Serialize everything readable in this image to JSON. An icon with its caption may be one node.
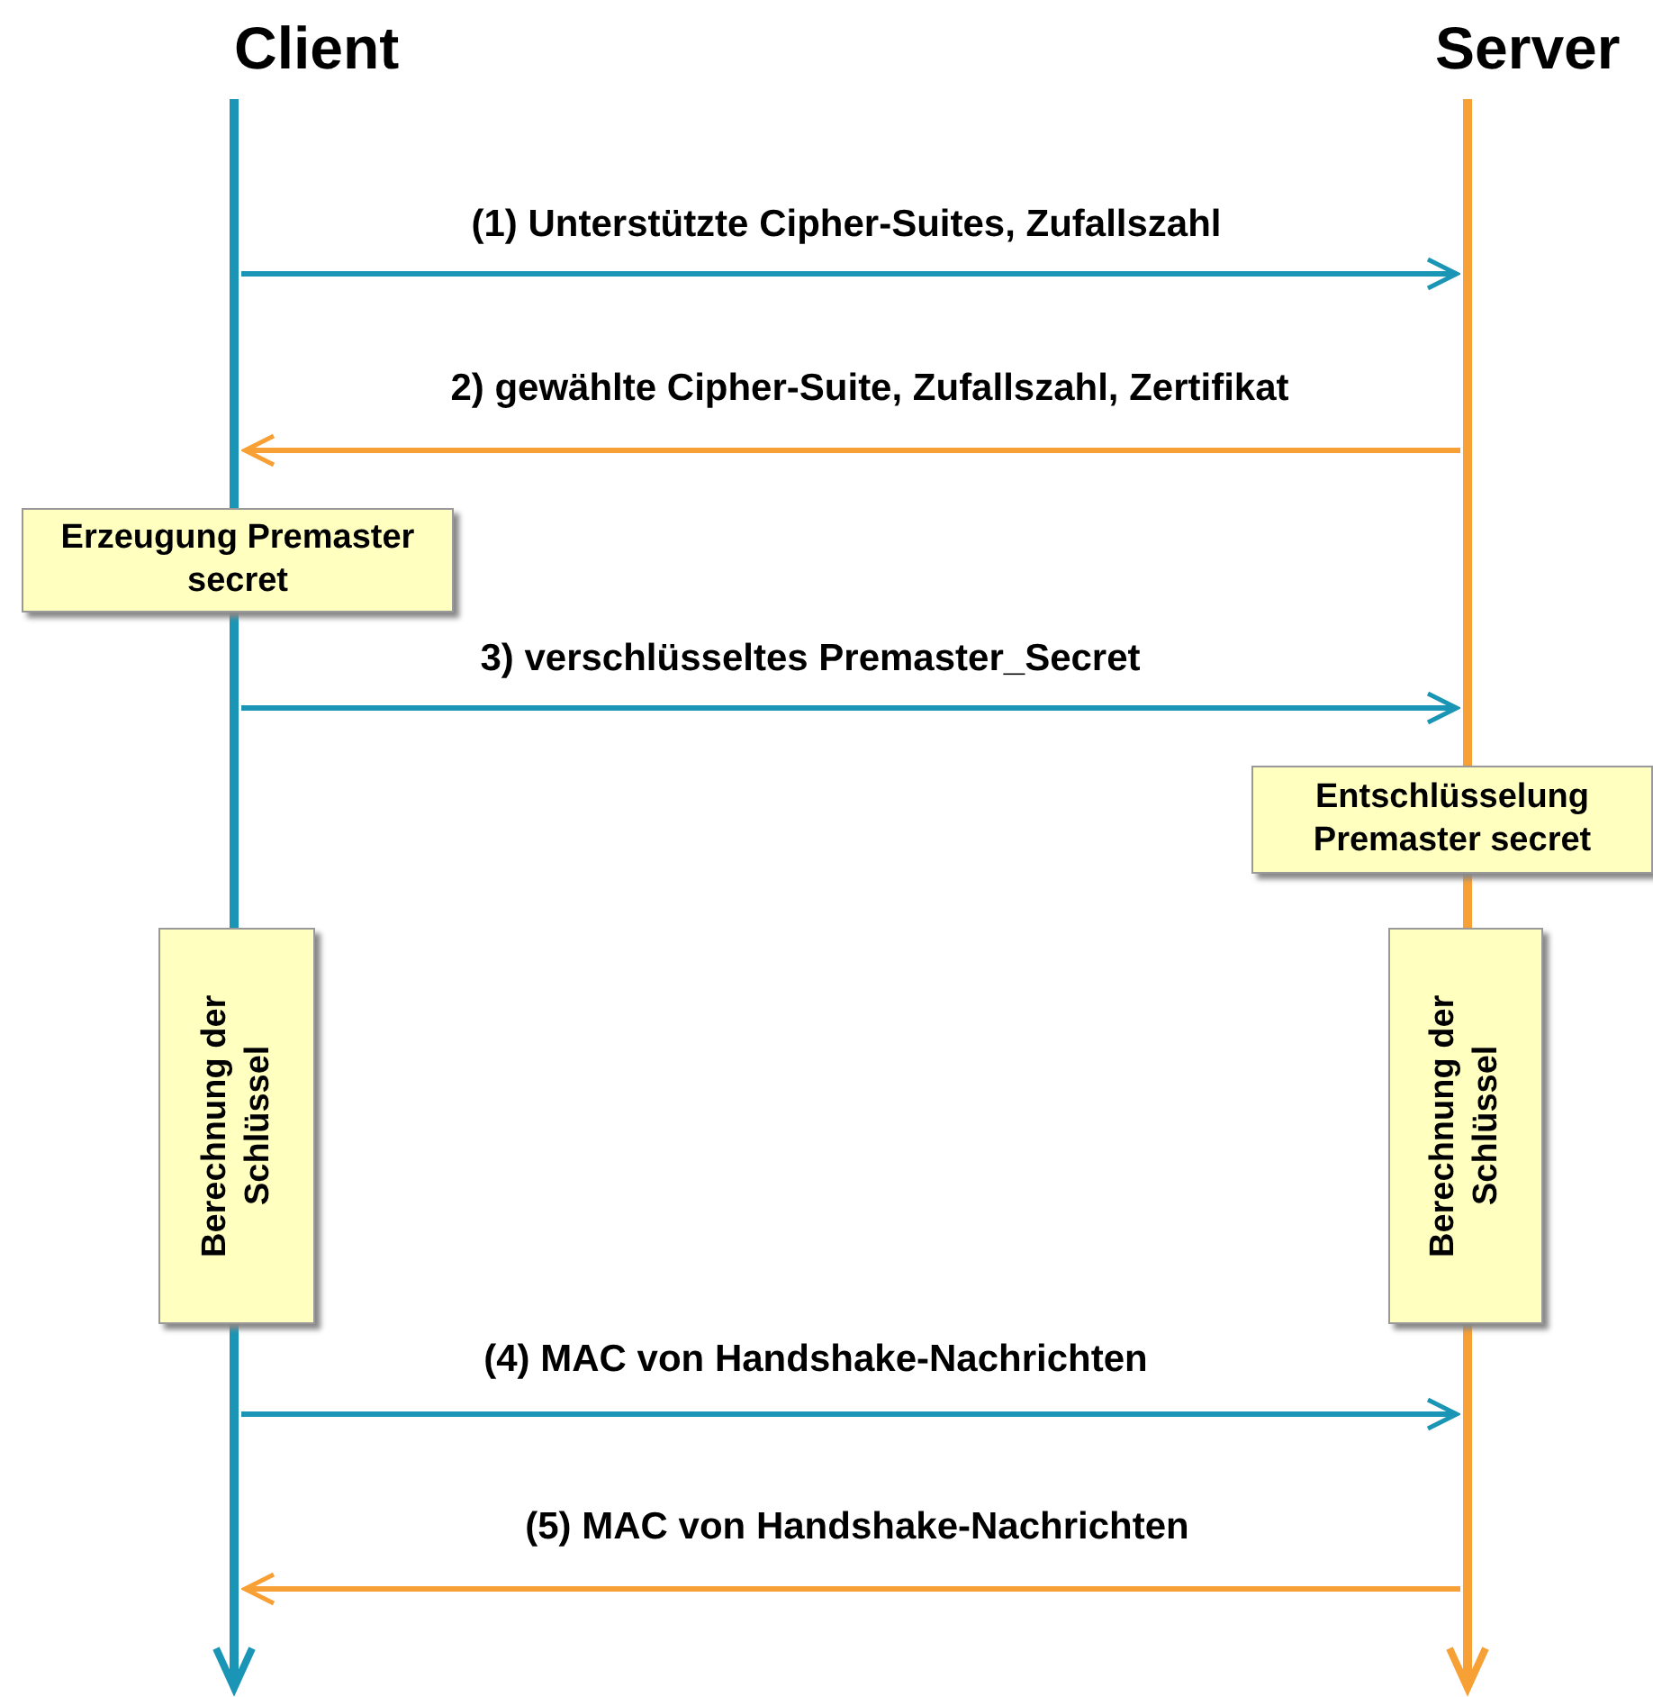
{
  "diagram": {
    "nodes": [
      {
        "text": [
          "Client"
        ]
      },
      {
        "text": [
          "Server"
        ]
      },
      {
        "text": [
          "Erzeugung Premaster secret"
        ]
      },
      {
        "text": [
          "Entschlüsselung Premaster secret"
        ]
      },
      {
        "text": [
          "Berechnung der Schlüssel"
        ]
      },
      {
        "text": [
          "Berechnung der Schlüssel"
        ]
      }
    ],
    "edges": [
      {
        "from": 0,
        "to": 1,
        "arrow": "to",
        "label": "(1) Unterstützte Cipher-Suites, Zufallszahl"
      },
      {
        "from": 1,
        "to": 0,
        "arrow": "to",
        "label": "2) gewählte Cipher-Suite, Zufallszahl, Zertifikat",
        "color": "#f7a035"
      },
      {
        "from": 0,
        "to": 1,
        "arrow": "to",
        "label": "3) verschlüsseltes Premaster_Secret"
      },
      {
        "from": 0,
        "to": 1,
        "arrow": "to",
        "label": "(4) MAC von Handshake-Nachrichten"
      },
      {
        "from": 1,
        "to": 0,
        "arrow": "to",
        "label": "(5) MAC von Handshake-Nachrichten",
        "color": "#f7a035"
      }
    ]
  }
}
